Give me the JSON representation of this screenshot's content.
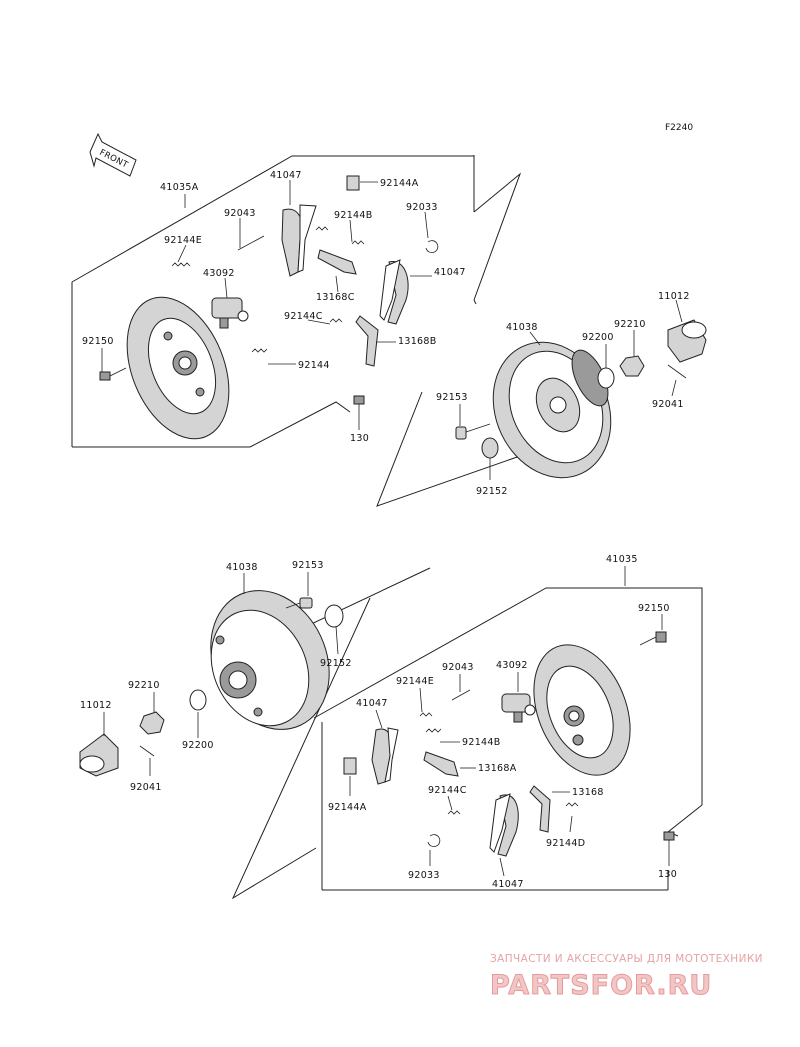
{
  "figure_ref": "F2240",
  "front_label": "FRONT",
  "labels": {
    "t_41035A": "41035A",
    "t_41047_a": "41047",
    "t_92144A_a": "92144A",
    "t_92043_a": "92043",
    "t_92144B_a": "92144B",
    "t_92033_a": "92033",
    "t_92144E_a": "92144E",
    "t_43092_a": "43092",
    "t_41047_b": "41047",
    "t_13168C": "13168C",
    "t_92144C_a": "92144C",
    "t_13168B": "13168B",
    "t_92150_a": "92150",
    "t_92144": "92144",
    "t_130_a": "130",
    "t_41038_a": "41038",
    "t_92200_a": "92200",
    "t_92210_a": "92210",
    "t_11012_a": "11012",
    "t_92153_a": "92153",
    "t_92041_a": "92041",
    "t_92152_a": "92152",
    "t_41038_b": "41038",
    "t_92153_b": "92153",
    "t_41035": "41035",
    "t_92152_b": "92152",
    "t_92150_b": "92150",
    "t_92210_b": "92210",
    "t_92043_b": "92043",
    "t_43092_b": "43092",
    "t_92144E_b": "92144E",
    "t_11012_b": "11012",
    "t_41047_c": "41047",
    "t_92200_b": "92200",
    "t_92144B_b": "92144B",
    "t_13168A": "13168A",
    "t_92041_b": "92041",
    "t_92144C_b": "92144C",
    "t_13168": "13168",
    "t_92144A_b": "92144A",
    "t_92144D": "92144D",
    "t_92033_b": "92033",
    "t_130_b": "130",
    "t_41047_d": "41047"
  },
  "watermark": {
    "tagline": "ЗАПЧАСТИ И АКСЕССУАРЫ ДЛЯ МОТОТЕХНИКИ",
    "brand": "PARTSFOR.RU"
  }
}
